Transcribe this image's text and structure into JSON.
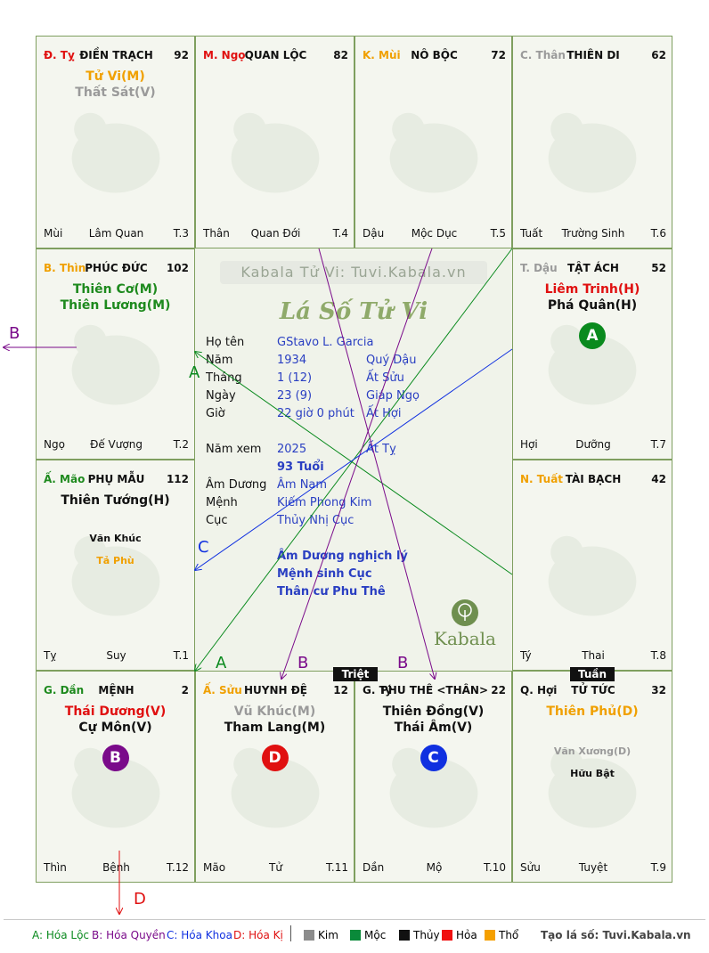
{
  "palaces": [
    {
      "id": "ty-top",
      "canchi": "Đ. Tỵ",
      "canColor": "#e01010",
      "name": "ĐIỀN TRẠCH",
      "score": "92",
      "stars": [
        {
          "t": "Tử Vi(M)",
          "c": "#f0a000"
        },
        {
          "t": "Thất Sát(V)",
          "c": "#9a9a9a"
        }
      ],
      "minor": [],
      "foot": {
        "chi": "Mùi",
        "state": "Lâm Quan",
        "age": "T.3"
      }
    },
    {
      "id": "ngo",
      "canchi": "M. Ngọ",
      "canColor": "#e01010",
      "name": "QUAN LỘC",
      "score": "82",
      "stars": [],
      "minor": [],
      "foot": {
        "chi": "Thân",
        "state": "Quan Đới",
        "age": "T.4"
      }
    },
    {
      "id": "mui",
      "canchi": "K. Mùi",
      "canColor": "#f0a000",
      "name": "NÔ BỘC",
      "score": "72",
      "stars": [],
      "minor": [],
      "foot": {
        "chi": "Dậu",
        "state": "Mộc Dục",
        "age": "T.5"
      }
    },
    {
      "id": "than",
      "canchi": "C. Thân",
      "canColor": "#9a9a9a",
      "name": "THIÊN DI",
      "score": "62",
      "stars": [],
      "minor": [],
      "foot": {
        "chi": "Tuất",
        "state": "Trường Sinh",
        "age": "T.6"
      }
    },
    {
      "id": "thin",
      "canchi": "B. Thìn",
      "canColor": "#f0a000",
      "name": "PHÚC ĐỨC",
      "score": "102",
      "stars": [
        {
          "t": "Thiên Cơ(M)",
          "c": "#1e8a1e"
        },
        {
          "t": "Thiên Lương(M)",
          "c": "#1e8a1e"
        }
      ],
      "minor": [],
      "foot": {
        "chi": "Ngọ",
        "state": "Đế Vượng",
        "age": "T.2"
      }
    },
    {
      "id": "dau",
      "canchi": "T. Dậu",
      "canColor": "#9a9a9a",
      "name": "TẬT ÁCH",
      "score": "52",
      "stars": [
        {
          "t": "Liêm Trinh(H)",
          "c": "#e01010"
        },
        {
          "t": "Phá Quân(H)",
          "c": "#111111"
        }
      ],
      "minor": [],
      "circle": {
        "letter": "A",
        "color": "#0a8a1e"
      },
      "foot": {
        "chi": "Hợi",
        "state": "Dưỡng",
        "age": "T.7"
      }
    },
    {
      "id": "mao",
      "canchi": "Ấ. Mão",
      "canColor": "#1e8a1e",
      "name": "PHỤ MẪU",
      "score": "112",
      "stars": [
        {
          "t": "Thiên Tướng(H)",
          "c": "#111111"
        }
      ],
      "minor": [
        {
          "t": "Văn Khúc",
          "c": "#111111"
        },
        {
          "t": "Tả Phù",
          "c": "#f0a000"
        }
      ],
      "foot": {
        "chi": "Tỵ",
        "state": "Suy",
        "age": "T.1"
      }
    },
    {
      "id": "tuat",
      "canchi": "N. Tuất",
      "canColor": "#f0a000",
      "name": "TÀI BẠCH",
      "score": "42",
      "stars": [],
      "minor": [],
      "foot": {
        "chi": "Tý",
        "state": "Thai",
        "age": "T.8"
      }
    },
    {
      "id": "dan",
      "canchi": "G. Dần",
      "canColor": "#1e8a1e",
      "name": "MỆNH",
      "score": "2",
      "stars": [
        {
          "t": "Thái Dương(V)",
          "c": "#e01010"
        },
        {
          "t": "Cự Môn(V)",
          "c": "#111111"
        }
      ],
      "minor": [],
      "circle": {
        "letter": "B",
        "color": "#7a0a8a"
      },
      "foot": {
        "chi": "Thìn",
        "state": "Bệnh",
        "age": "T.12"
      }
    },
    {
      "id": "suu",
      "canchi": "Ấ. Sửu",
      "canColor": "#f0a000",
      "name": "HUYNH ĐỆ",
      "score": "12",
      "stars": [
        {
          "t": "Vũ Khúc(M)",
          "c": "#9a9a9a"
        },
        {
          "t": "Tham Lang(M)",
          "c": "#111111"
        }
      ],
      "minor": [],
      "circle": {
        "letter": "D",
        "color": "#e01010"
      },
      "foot": {
        "chi": "Mão",
        "state": "Tử",
        "age": "T.11"
      }
    },
    {
      "id": "ty-bottom",
      "canchi": "G. Tý",
      "canColor": "#111111",
      "name": "PHU THÊ <THÂN>",
      "score": "22",
      "stars": [
        {
          "t": "Thiên Đồng(V)",
          "c": "#111111"
        },
        {
          "t": "Thái Âm(V)",
          "c": "#111111"
        }
      ],
      "minor": [],
      "circle": {
        "letter": "C",
        "color": "#1030e0"
      },
      "foot": {
        "chi": "Dần",
        "state": "Mộ",
        "age": "T.10"
      }
    },
    {
      "id": "hoi",
      "canchi": "Q. Hợi",
      "canColor": "#111111",
      "name": "TỬ TỨC",
      "score": "32",
      "stars": [
        {
          "t": "Thiên Phủ(D)",
          "c": "#f0a000"
        }
      ],
      "minor": [
        {
          "t": "Văn Xương(D)",
          "c": "#9a9a9a"
        },
        {
          "t": "Hữu Bật",
          "c": "#111111"
        }
      ],
      "foot": {
        "chi": "Sửu",
        "state": "Tuyệt",
        "age": "T.9"
      }
    }
  ],
  "center": {
    "watermark": "Kabala Tử Vi: Tuvi.Kabala.vn",
    "title": "Lá Số Tử Vi",
    "rows": [
      {
        "label": "Họ tên",
        "v1": "GStavo L. Garcia",
        "v2": ""
      },
      {
        "label": "Năm",
        "v1": "1934",
        "v2": "Quý Dậu"
      },
      {
        "label": "Tháng",
        "v1": "1  (12)",
        "v2": "Ất Sửu"
      },
      {
        "label": "Ngày",
        "v1": "23  (9)",
        "v2": "Giáp Ngọ"
      },
      {
        "label": "Giờ",
        "v1": "22 giờ 0 phút",
        "v2": "Ất Hợi"
      },
      {
        "label": "Năm xem",
        "v1": "2025",
        "v2": "Ất Tỵ"
      },
      {
        "label": "",
        "v1": "93 Tuổi",
        "v2": ""
      },
      {
        "label": "Âm Dương",
        "v1": "Âm Nam",
        "v2": ""
      },
      {
        "label": "Mệnh",
        "v1": "Kiếm Phong Kim",
        "v2": ""
      },
      {
        "label": "Cục",
        "v1": "Thủy Nhị Cục",
        "v2": ""
      }
    ],
    "notes": [
      "Âm Dương nghịch lý",
      "Mệnh sinh Cục",
      "Thân cư Phu Thê"
    ],
    "logo": "Kabala"
  },
  "tags": {
    "triet": "Triệt",
    "tuan": "Tuần"
  },
  "arrows": {
    "a": "A",
    "b": "B",
    "c": "C",
    "d": "D"
  },
  "legend": {
    "a": "A: Hóa Lộc",
    "b": "B: Hóa Quyền",
    "c": "C: Hóa Khoa",
    "d": "D: Hóa Kị",
    "elements": [
      {
        "t": "Kim",
        "c": "#8c8c8c"
      },
      {
        "t": "Mộc",
        "c": "#0a8a3a"
      },
      {
        "t": "Thủy",
        "c": "#111111"
      },
      {
        "t": "Hỏa",
        "c": "#f01010"
      },
      {
        "t": "Thổ",
        "c": "#f5a000"
      }
    ],
    "site": "Tạo lá số: Tuvi.Kabala.vn"
  },
  "colors": {
    "loc": "#0a8a1e",
    "quyen": "#7a0a8a",
    "khoa": "#1030e0",
    "ki": "#e01010"
  }
}
